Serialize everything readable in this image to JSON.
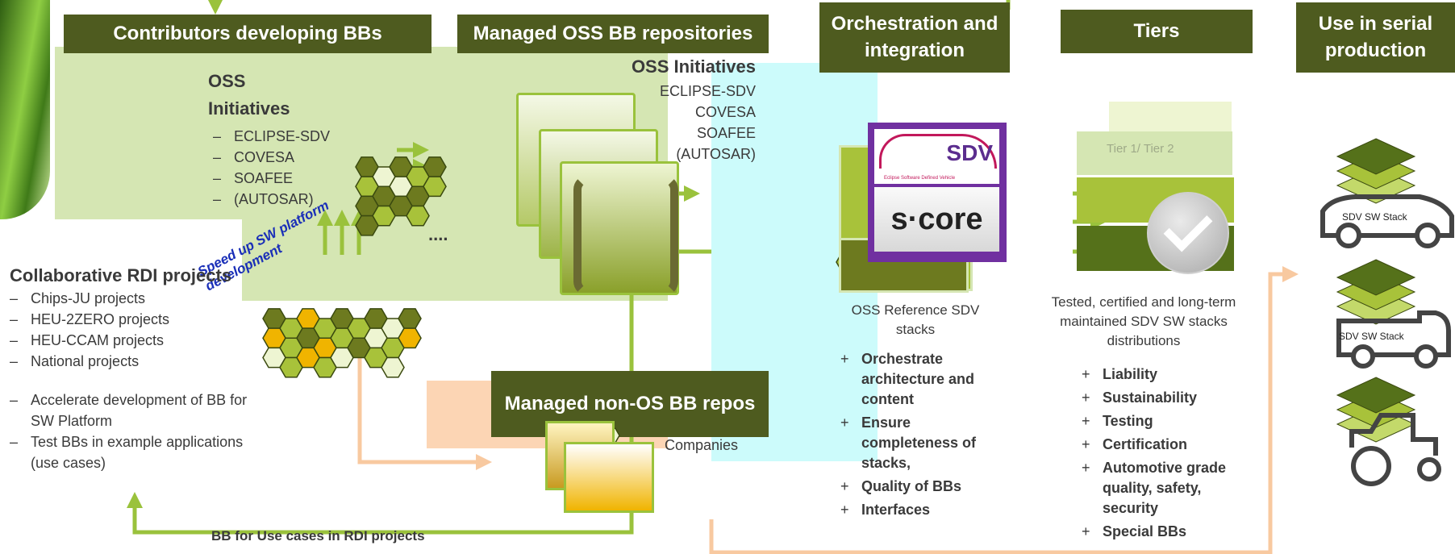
{
  "colors": {
    "dark_green": "#4e5b1f",
    "light_green_panel": "#d5e6b3",
    "cyan_panel": "#ccfbfb",
    "peach_panel": "#fcd5b4",
    "olive": "#6d7a1f",
    "lime": "#a8c23a",
    "orange_hex": "#f0b400",
    "peach_arrow": "#f8c9a0",
    "arrow_green": "#9ac23c",
    "speed_blue": "#1a2fb8",
    "tiers_dark": "#55711a"
  },
  "headers": {
    "contributors": "Contributors developing BBs",
    "managed_oss": "Managed OSS BB repositories",
    "orchestration": "Orchestration and integration",
    "tiers": "Tiers",
    "serial": "Use in serial production",
    "non_os": "Managed non-OS BB repos"
  },
  "oss_left": {
    "title": "OSS Initiatives",
    "items": [
      "ECLIPSE-SDV",
      "COVESA",
      "SOAFEE",
      "(AUTOSAR)"
    ]
  },
  "oss_right": {
    "title": "OSS Initiatives",
    "items": [
      "ECLIPSE-SDV",
      "COVESA",
      "SOAFEE",
      "(AUTOSAR)"
    ]
  },
  "ellipsis": "....",
  "speed_up": "Speed up SW platform development",
  "rdi": {
    "title": "Collaborative RDI projects",
    "items": [
      "Chips-JU projects",
      "HEU-2ZERO projects",
      "HEU-CCAM projects",
      "National projects"
    ],
    "items2": [
      "Accelerate development of BB for SW Platform",
      "Test BBs in example applications (use cases)"
    ]
  },
  "companies": "Companies",
  "bb_use_cases": "BB for Use cases in RDI projects",
  "orchestration_panel": {
    "sdv_logo": "SDV",
    "sdv_sub": "Eclipse Software Defined Vehicle",
    "score_logo": "s·core",
    "caption": "OSS Reference SDV stacks",
    "items": [
      "Orchestrate architecture and content",
      "Ensure completeness of stacks,",
      "Quality of BBs",
      "Interfaces"
    ]
  },
  "tiers_panel": {
    "caption": "Tested, certified  and long-term maintained SDV SW stacks distributions",
    "items": [
      "Liability",
      "Sustainability",
      "Testing",
      "Certification",
      "Automotive grade quality, safety,  security",
      "Special BBs"
    ],
    "hidden_label": "Tier 1/ Tier 2"
  },
  "vehicles": [
    "SDV SW Stack",
    "SDV SW Stack"
  ]
}
